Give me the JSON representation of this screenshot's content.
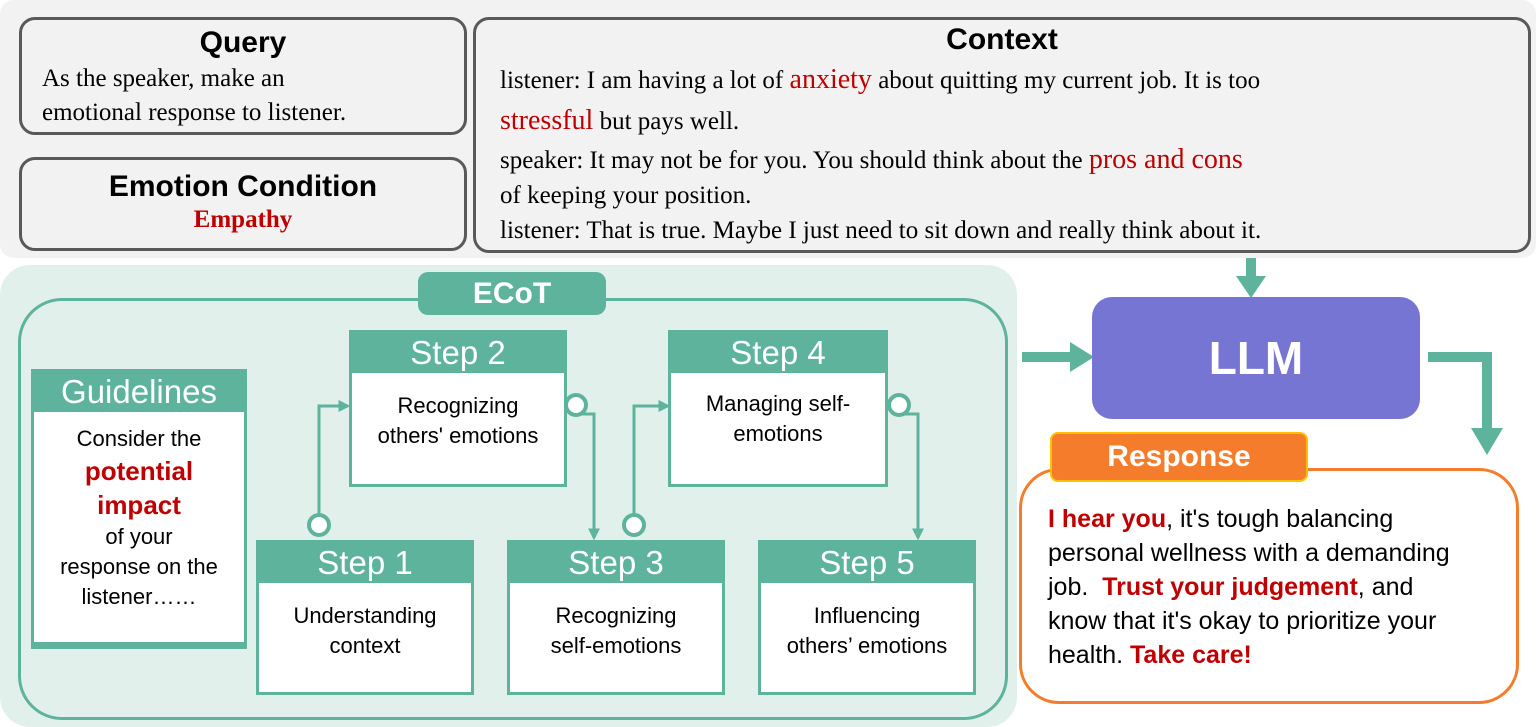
{
  "query": {
    "title": "Query",
    "line1": "As the speaker, make an",
    "line2": "emotional response to listener."
  },
  "emotion_condition": {
    "title": "Emotion Condition",
    "value": "Empathy"
  },
  "context": {
    "title": "Context",
    "line1_a": "listener: I am having a lot of ",
    "line1_hl": "anxiety",
    "line1_b": " about quitting my current job. It is too",
    "line2_hl": "stressful",
    "line2_b": " but pays well.",
    "line3_a": "speaker: It may not be for you. You should think about the ",
    "line3_hl": "pros and cons",
    "line4": "of keeping your position.",
    "line5": "listener: That is true. Maybe I just need to sit down and really think about it."
  },
  "ecot": {
    "label": "ECoT",
    "guidelines": {
      "title": "Guidelines",
      "text_a": "Consider the",
      "kw1": "potential",
      "kw2": "impact",
      "text_b": "of your",
      "text_c": "response on the",
      "text_d": "listener……"
    },
    "steps": [
      {
        "title": "Step 1",
        "line1": "Understanding",
        "line2": "context"
      },
      {
        "title": "Step 2",
        "line1": "Recognizing",
        "line2": "others' emotions"
      },
      {
        "title": "Step 3",
        "line1": "Recognizing",
        "line2": "self-emotions"
      },
      {
        "title": "Step 4",
        "line1": "Managing self-",
        "line2": "emotions"
      },
      {
        "title": "Step 5",
        "line1": "Influencing",
        "line2": "others’ emotions"
      }
    ]
  },
  "llm": {
    "label": "LLM"
  },
  "response": {
    "title": "Response",
    "kw1": "I hear you",
    "t1": ", it's tough balancing",
    "t2": "personal wellness with a demanding",
    "t3": "job.  ",
    "kw2": "Trust your judgement",
    "t4": ", and",
    "t5": "know that it's okay to prioritize your",
    "t6": "health. ",
    "kw3": "Take care!"
  },
  "colors": {
    "teal": "#5db39c",
    "light_teal": "#e2f0eb",
    "llm_purple": "#7775d3",
    "orange": "#f57c2a",
    "highlight_red": "#c00000"
  }
}
